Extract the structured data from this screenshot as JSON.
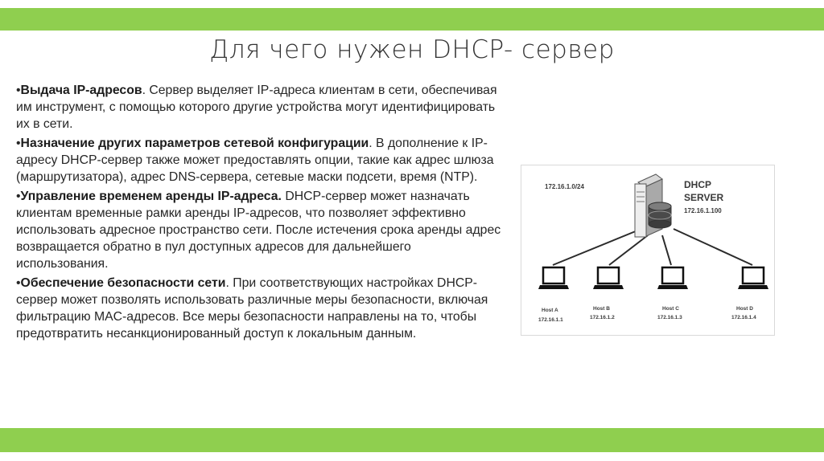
{
  "slide": {
    "title": "Для чего нужен DHCP- сервер",
    "accent_color": "#8fcf4f"
  },
  "bullets": [
    {
      "marker": "•",
      "heading": "Выдача IP-адресов",
      "text": ". Сервер выделяет IP-адреса клиентам в сети, обеспечивая им инструмент, с помощью которого другие устройства могут идентифицировать их в сети."
    },
    {
      "marker": "•",
      "heading": "Назначение других параметров сетевой конфигурации",
      "text": ". В дополнение к IP-адресу DHCP-сервер также может предоставлять опции, такие как адрес шлюза (маршрутизатора), адрес DNS-сервера, сетевые маски подсети, время (NTP)."
    },
    {
      "marker": "•",
      "heading": "Управление временем аренды IP-адреса.",
      "text": " DHCP-сервер может назначать клиентам временные рамки аренды IP-адресов, что позволяет эффективно использовать адресное пространство сети. После истечения срока аренды адрес возвращается обратно в пул доступных адресов для дальнейшего использования."
    },
    {
      "marker": "•",
      "heading": "Обеспечение безопасности сети",
      "text": ". При соответствующих настройках DHCP-сервер может позволять использовать различные меры безопасности, включая фильтрацию MAC-адресов. Все меры безопасности направлены на то, чтобы предотвратить несанкционированный доступ к локальным данным."
    }
  ],
  "diagram": {
    "network": "172.16.1.0/24",
    "server_label_1": "DHCP",
    "server_label_2": "SERVER",
    "server_ip": "172.16.1.100",
    "hosts": [
      {
        "name": "Host A",
        "ip": "172.16.1.1"
      },
      {
        "name": "Host B",
        "ip": "172.16.1.2"
      },
      {
        "name": "Host C",
        "ip": "172.16.1.3"
      },
      {
        "name": "Host D",
        "ip": "172.16.1.4"
      }
    ]
  }
}
